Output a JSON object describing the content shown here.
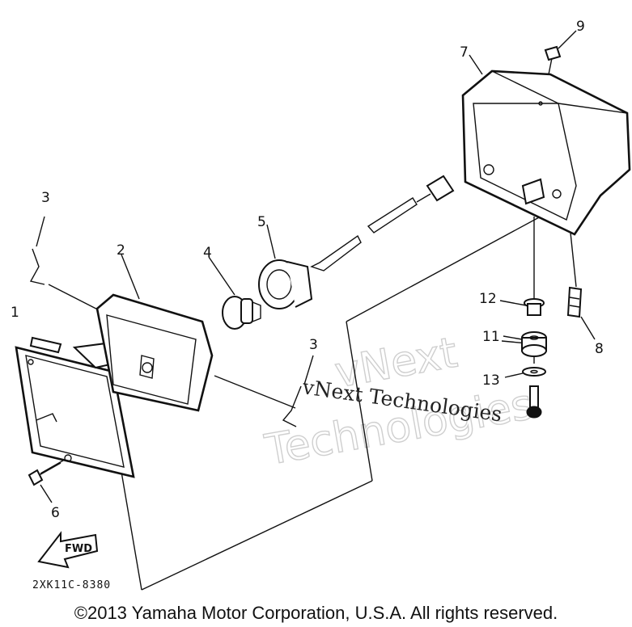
{
  "diagram": {
    "callouts": [
      "1",
      "2",
      "3",
      "3",
      "4",
      "5",
      "6",
      "7",
      "8",
      "9",
      "11",
      "12",
      "13"
    ],
    "part_code": "2XK11C-8380",
    "fwd_label": "FWD",
    "watermark_small": "vNext Technologies",
    "watermark_large_1": "vNext",
    "watermark_large_2": "Technologies"
  },
  "footer": {
    "copyright": "©2013 Yamaha Motor Corporation, U.S.A. All rights reserved."
  }
}
